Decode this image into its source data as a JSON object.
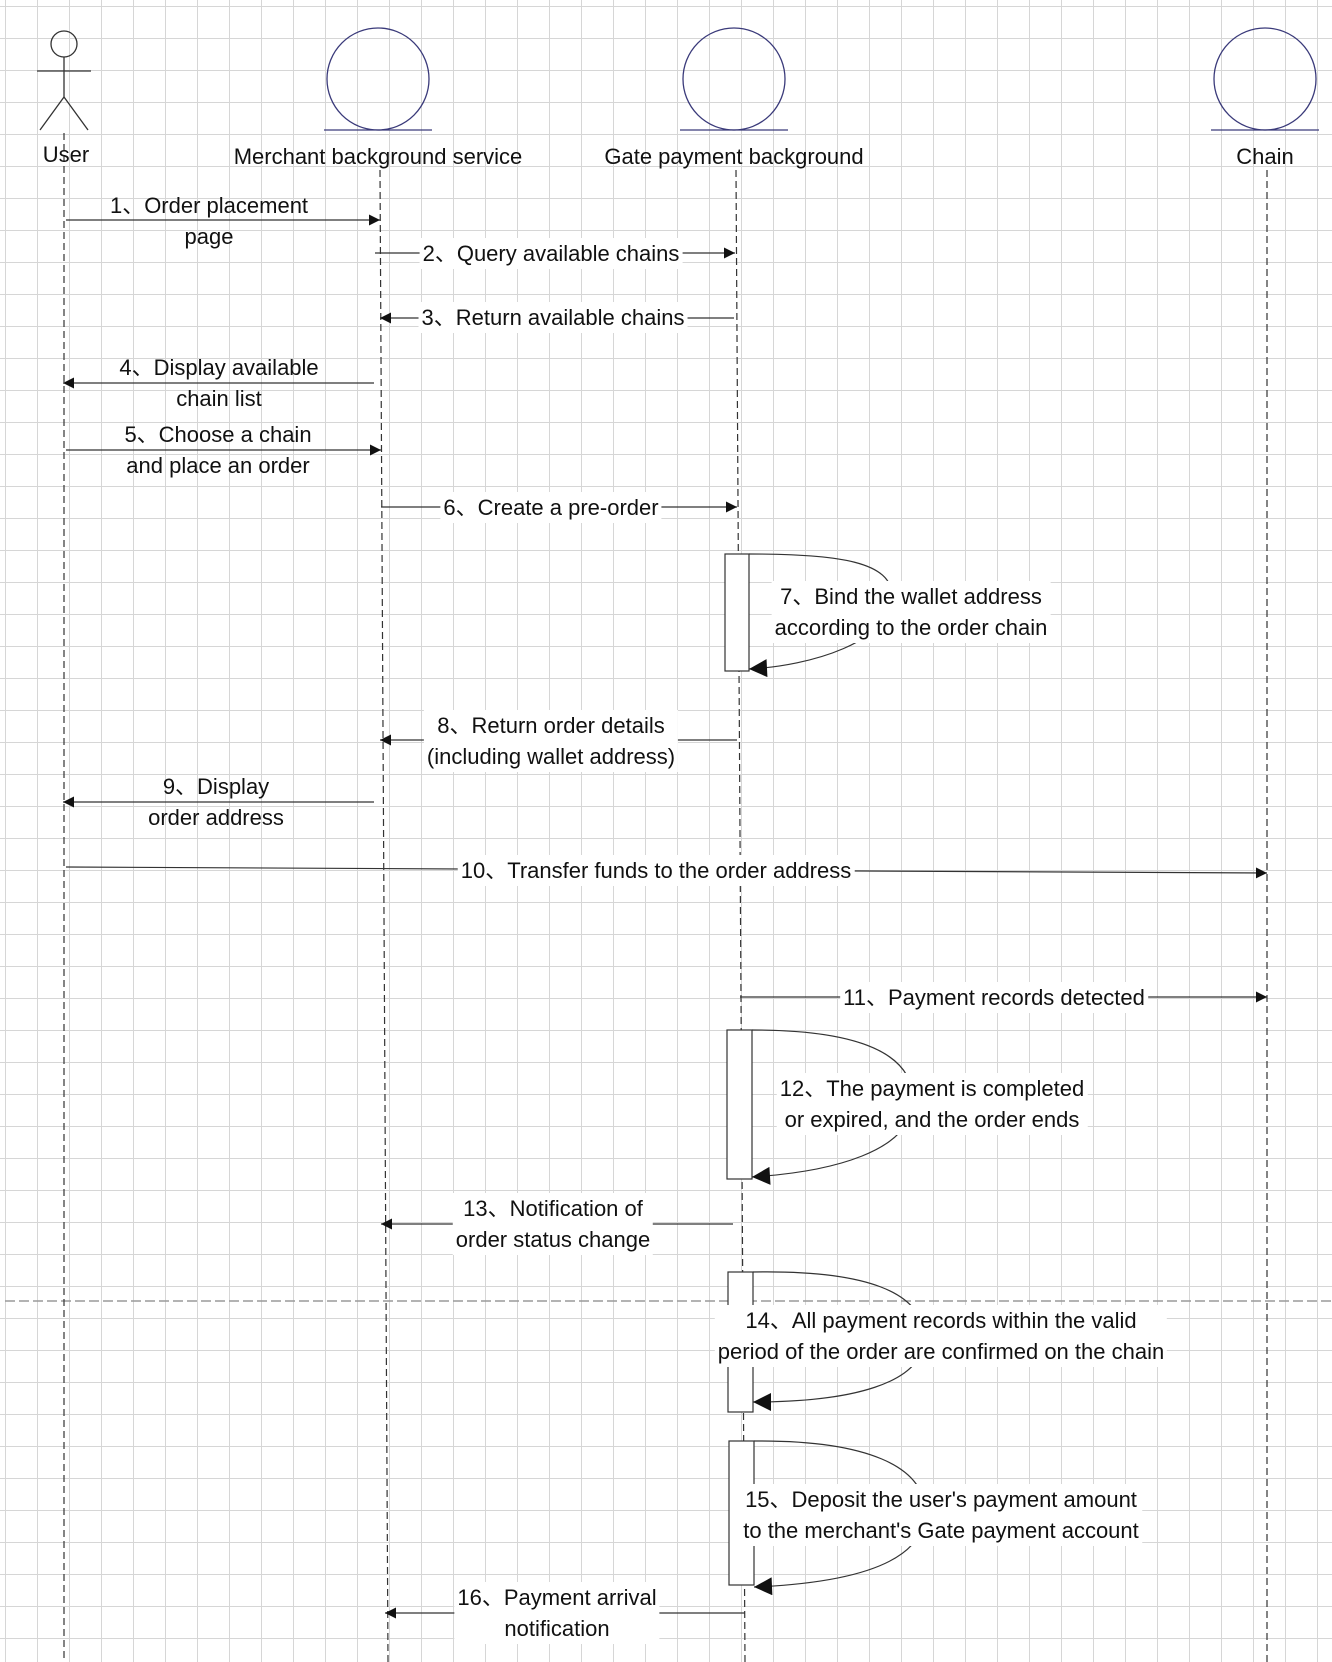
{
  "lifelines": [
    {
      "id": "user",
      "label": "User",
      "kind": "actor"
    },
    {
      "id": "merchant",
      "label": "Merchant background service",
      "kind": "entity"
    },
    {
      "id": "gate",
      "label": "Gate payment background",
      "kind": "entity"
    },
    {
      "id": "chain",
      "label": "Chain",
      "kind": "entity"
    }
  ],
  "messages": [
    {
      "id": "m1",
      "lines": [
        "1、Order placement",
        "page"
      ],
      "from": "user",
      "to": "merchant"
    },
    {
      "id": "m2",
      "lines": [
        "2、Query available chains"
      ],
      "from": "merchant",
      "to": "gate"
    },
    {
      "id": "m3",
      "lines": [
        "3、Return available chains"
      ],
      "from": "gate",
      "to": "merchant"
    },
    {
      "id": "m4",
      "lines": [
        "4、Display available",
        "chain list"
      ],
      "from": "merchant",
      "to": "user"
    },
    {
      "id": "m5",
      "lines": [
        "5、Choose a chain",
        "and place an order"
      ],
      "from": "user",
      "to": "merchant"
    },
    {
      "id": "m6",
      "lines": [
        "6、Create a pre-order"
      ],
      "from": "merchant",
      "to": "gate"
    },
    {
      "id": "m7",
      "lines": [
        "7、Bind the wallet address",
        "according to the order chain"
      ],
      "from": "gate",
      "to": "gate"
    },
    {
      "id": "m8",
      "lines": [
        "8、Return order details",
        "(including wallet address)"
      ],
      "from": "gate",
      "to": "merchant"
    },
    {
      "id": "m9",
      "lines": [
        "9、Display",
        "order address"
      ],
      "from": "merchant",
      "to": "user"
    },
    {
      "id": "m10",
      "lines": [
        "10、Transfer funds to the order address"
      ],
      "from": "user",
      "to": "chain"
    },
    {
      "id": "m11",
      "lines": [
        "11、Payment records detected"
      ],
      "from": "gate",
      "to": "chain"
    },
    {
      "id": "m12",
      "lines": [
        "12、The payment is completed",
        "or expired, and the order ends"
      ],
      "from": "gate",
      "to": "gate"
    },
    {
      "id": "m13",
      "lines": [
        "13、Notification of",
        "order status change"
      ],
      "from": "gate",
      "to": "merchant"
    },
    {
      "id": "m14",
      "lines": [
        "14、All payment records within the valid",
        "period of the order are confirmed on the chain"
      ],
      "from": "gate",
      "to": "gate"
    },
    {
      "id": "m15",
      "lines": [
        "15、Deposit the user's payment amount",
        "to the merchant's Gate payment account"
      ],
      "from": "gate",
      "to": "gate"
    },
    {
      "id": "m16",
      "lines": [
        "16、Payment arrival",
        "notification"
      ],
      "from": "gate",
      "to": "merchant"
    }
  ],
  "colors": {
    "line": "#333333",
    "entity": "#3a3a7a",
    "grid": "#d6d6d6",
    "separator": "#aaaaaa"
  }
}
